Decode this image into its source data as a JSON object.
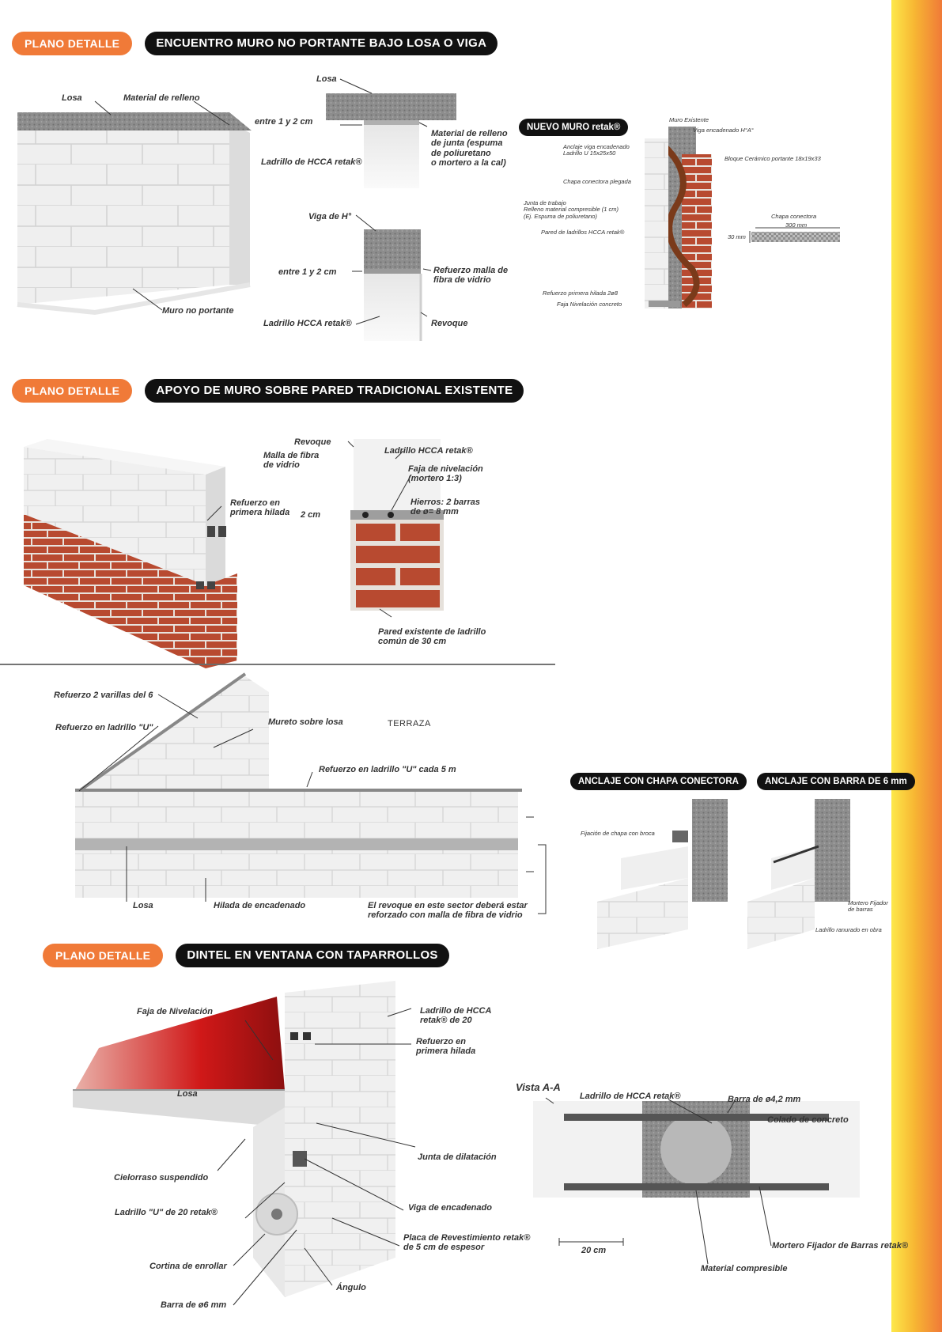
{
  "colors": {
    "orange": "#f07a38",
    "black": "#111111",
    "brick": "#b84a30",
    "concrete": "#8a8a8a",
    "block": "#ececec"
  },
  "section1": {
    "badge": "PLANO DETALLE",
    "title": "ENCUENTRO MURO NO PORTANTE BAJO LOSA O VIGA",
    "labels": {
      "losa_left": "Losa",
      "material_relleno": "Material de relleno",
      "muro_no_portante": "Muro no portante",
      "losa_top": "Losa",
      "entre1": "entre 1 y 2 cm",
      "material_junta": "Material de relleno\nde junta (espuma\nde poliuretano\no mortero a la cal)",
      "ladrillo_hcca_1": "Ladrillo de HCCA retak®",
      "viga_h": "Viga de H°",
      "entre2": "entre 1 y 2 cm",
      "refuerzo_malla": "Refuerzo malla de\nfibra de vidrio",
      "ladrillo_hcca_2": "Ladrillo HCCA retak®",
      "revoque": "Revoque"
    },
    "nuevo_muro": {
      "tag": "NUEVO MURO retak®",
      "muro_existente": "Muro Existente",
      "viga_encadenado": "Viga encadenado H°A°",
      "anclaje": "Anclaje viga encadenado\nLadrillo U 15x25x50",
      "bloque_ceramico": "Bloque Cerámico portante 18x19x33",
      "chapa_plegada": "Chapa conectora plegada",
      "junta_trabajo": "Junta de trabajo\nRelleno material compresible (1 cm)\n(Ej. Espuma de poliuretano)",
      "pared_ladrillos": "Pared de ladrillos HCCA retak®",
      "refuerzo_hilada": "Refuerzo primera hilada 2ø8",
      "faja_nivelacion": "Faja Nivelación concreto",
      "chapa_conectora": "Chapa conectora",
      "dim_300": "300 mm",
      "dim_30": "30 mm"
    }
  },
  "section2": {
    "badge": "PLANO DETALLE",
    "title": "APOYO DE MURO SOBRE PARED TRADICIONAL EXISTENTE",
    "labels": {
      "refuerzo_primera": "Refuerzo en\nprimera hilada",
      "revoque": "Revoque",
      "malla": "Malla de fibra\nde vidrio",
      "ladrillo_hcca": "Ladrillo HCCA retak®",
      "faja": "Faja de nivelación\n(mortero 1:3)",
      "hierros": "Hierros: 2 barras\nde ø= 8 mm",
      "dim_2cm": "2 cm",
      "pared_existente": "Pared existente de ladrillo\ncomún de 30 cm"
    }
  },
  "section3": {
    "labels": {
      "refuerzo_varillas": "Refuerzo 2 varillas del 6",
      "refuerzo_u": "Refuerzo en ladrillo \"U\"",
      "mureto": "Mureto sobre losa",
      "terraza": "TERRAZA",
      "refuerzo_u_5m": "Refuerzo en ladrillo \"U\" cada 5 m",
      "losa": "Losa",
      "hilada": "Hilada de encadenado",
      "revoque_note": "El revoque en este sector deberá estar\nreforzado con malla de fibra de vidrio"
    },
    "anclaje_chapa": {
      "tag": "ANCLAJE CON CHAPA CONECTORA",
      "fijacion": "Fijación de chapa con broca"
    },
    "anclaje_barra": {
      "tag": "ANCLAJE CON BARRA DE 6 mm",
      "mortero": "Mortero Fijador\nde barras",
      "ladrillo_ranurado": "Ladrillo ranurado en obra"
    }
  },
  "section4": {
    "badge": "PLANO DETALLE",
    "title": "DINTEL EN VENTANA CON TAPARROLLOS",
    "labels": {
      "faja": "Faja de Nivelación",
      "ladrillo20": "Ladrillo de HCCA\nretak® de 20",
      "refuerzo": "Refuerzo en\nprimera hilada",
      "losa": "Losa",
      "junta": "Junta de dilatación",
      "cielorraso": "Cielorraso suspendido",
      "ladrillo_u": "Ladrillo \"U\" de 20 retak®",
      "viga": "Viga de encadenado",
      "placa": "Placa de Revestimiento retak®\nde 5 cm de espesor",
      "cortina": "Cortina de enrollar",
      "angulo": "Ángulo",
      "barra": "Barra de ø6 mm"
    },
    "vista": {
      "title": "Vista A-A",
      "ladrillo": "Ladrillo de HCCA retak®",
      "barra": "Barra de ø4,2 mm",
      "colado": "Colado de concreto",
      "dim_20": "20 cm",
      "mortero": "Mortero Fijador de Barras retak®",
      "material": "Material compresible"
    }
  }
}
